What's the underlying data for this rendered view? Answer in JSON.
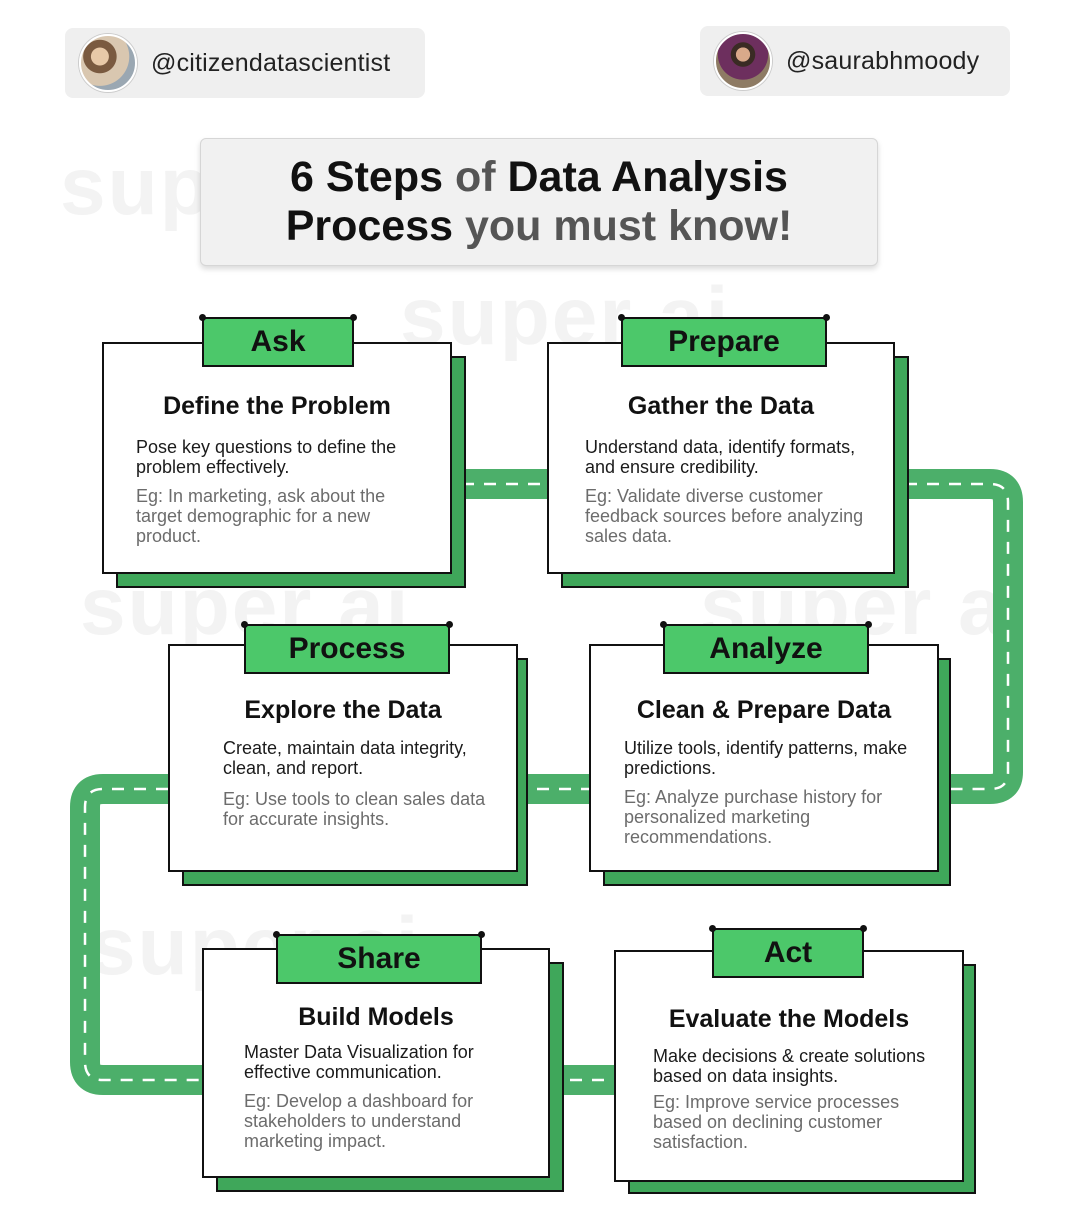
{
  "handles": {
    "left": "@citizendatascientist",
    "right": "@saurabhmoody"
  },
  "title": {
    "line1": {
      "a": "6 Steps",
      "b": " of ",
      "c": "Data Analysis"
    },
    "line2": {
      "a": "Process",
      "b": " you must know!"
    }
  },
  "watermark": "super ai",
  "steps": [
    {
      "tab": "Ask",
      "heading": "Define the Problem",
      "description": "Pose key questions to define the problem effectively.",
      "example": "Eg: In marketing, ask about the target demographic for a new product."
    },
    {
      "tab": "Prepare",
      "heading": "Gather the Data",
      "description": "Understand data, identify formats, and ensure credibility.",
      "example": "Eg: Validate diverse customer feedback sources before analyzing sales data."
    },
    {
      "tab": "Process",
      "heading": "Explore the Data",
      "description": "Create, maintain data integrity, clean, and report.",
      "example": "Eg: Use tools to clean sales data for accurate insights."
    },
    {
      "tab": "Analyze",
      "heading": "Clean & Prepare Data",
      "description": "Utilize tools, identify patterns, make predictions.",
      "example": "Eg: Analyze purchase history for personalized marketing recommendations."
    },
    {
      "tab": "Share",
      "heading": "Build Models",
      "description": "Master Data Visualization for effective communication.",
      "example": "Eg: Develop a dashboard for stakeholders to understand marketing impact."
    },
    {
      "tab": "Act",
      "heading": "Evaluate the Models",
      "description": "Make decisions & create solutions based on data insights.",
      "example": "Eg: Improve service processes based on declining customer satisfaction."
    }
  ],
  "colors": {
    "tab_green": "#4cc86a",
    "shadow_green": "#3fa75a",
    "road_green": "#4caf6a"
  }
}
